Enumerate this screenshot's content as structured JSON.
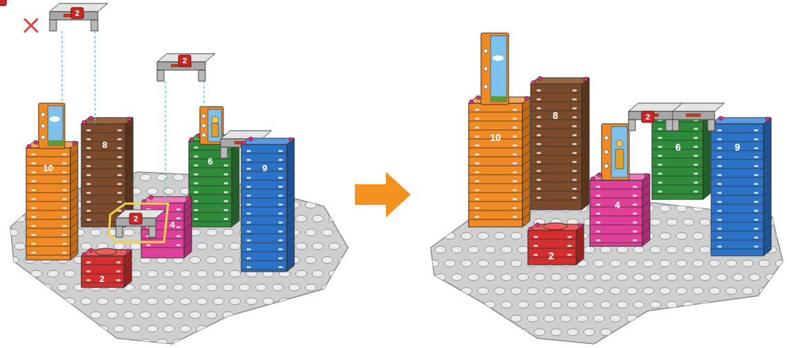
{
  "diagram": {
    "labels": [
      "2",
      "2",
      "10",
      "8",
      "6",
      "9",
      "4",
      "2",
      "2",
      "10",
      "8",
      "2",
      "6",
      "4",
      "9",
      "2"
    ]
  }
}
